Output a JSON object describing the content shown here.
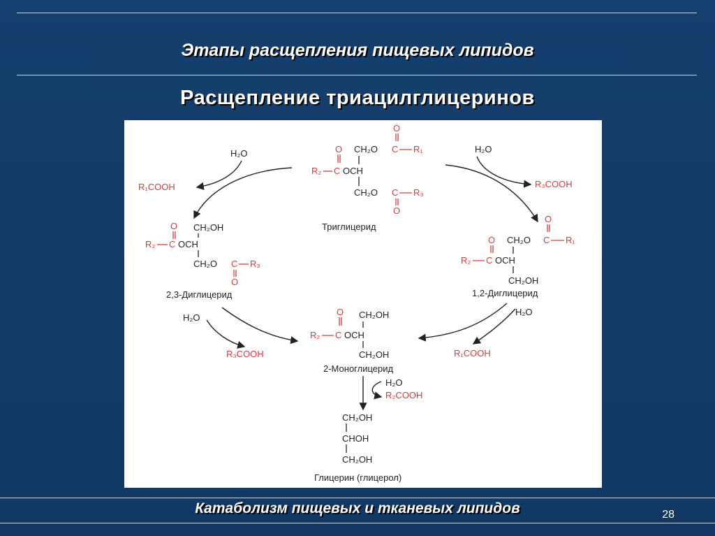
{
  "header": {
    "title": "Этапы расщепления пищевых липидов",
    "subtitle": "Расщепление триацилглицеринов"
  },
  "footer": {
    "text": "Катаболизм пищевых и тканевых липидов",
    "page_number": "28"
  },
  "diagram": {
    "triglyceride": {
      "label": "Триглицерид",
      "c1": "CH₂O",
      "c2": "OCH",
      "c3": "CH₂O",
      "r1": "R₁",
      "r2": "R₂",
      "r3": "R₃",
      "o": "O",
      "c": "C"
    },
    "diglyceride_23": {
      "label": "2,3-Диглицерид",
      "c1": "CH₂OH",
      "c2": "OCH",
      "c3": "CH₂O",
      "r2": "R₂",
      "r3": "R₃",
      "o": "O",
      "c": "C"
    },
    "diglyceride_12": {
      "label": "1,2-Диглицерид",
      "c1": "CH₂O",
      "c2": "OCH",
      "c3": "CH₂OH",
      "r1": "R₁",
      "r2": "R₂",
      "o": "O",
      "c": "C"
    },
    "monoglyceride": {
      "label": "2-Моноглицерид",
      "c1": "CH₂OH",
      "c2": "OCH",
      "c3": "CH₂OH",
      "r2": "R₂",
      "o": "O",
      "c": "C"
    },
    "glycerol": {
      "label": "Глицерин (глицерол)",
      "c1": "CH₂OH",
      "c2": "CHOH",
      "c3": "CH₂OH"
    },
    "reagents": {
      "water": "H₂O",
      "r1cooh": "R₁COOH",
      "r2cooh": "R₂COOH",
      "r3cooh": "R₃COOH"
    }
  },
  "colors": {
    "background": "#133a66",
    "panel": "#ffffff",
    "acyl_red": "#d93a3a",
    "text_dark": "#222222"
  }
}
